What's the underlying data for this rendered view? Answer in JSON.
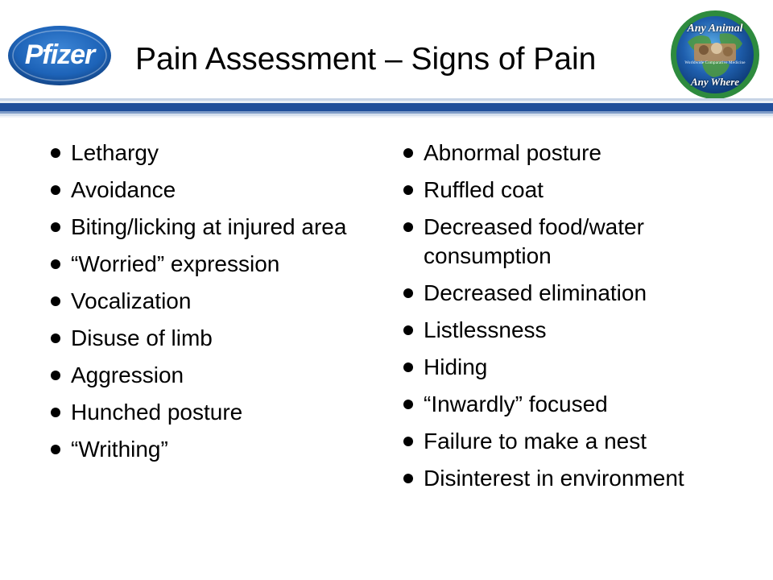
{
  "header": {
    "title": "Pain Assessment – Signs of Pain",
    "left_logo": {
      "name": "pfizer-logo",
      "wordmark": "Pfizer",
      "color": "#1d63b8"
    },
    "right_logo": {
      "name": "any-animal-any-where-logo",
      "text_top": "Any Animal",
      "text_mid": "Worldwide Comparative Medicine",
      "text_bottom": "Any Where",
      "colors": [
        "#2e8b3e",
        "#1f5fae",
        "#0f3d7a"
      ]
    }
  },
  "accent_colors": {
    "band_dark": "#1f4e9a",
    "band_light": "#c7d4e6"
  },
  "left_column": [
    {
      "label": "Lethargy"
    },
    {
      "label": "Avoidance"
    },
    {
      "label": "Biting/licking at injured area"
    },
    {
      "label": "“Worried” expression"
    },
    {
      "label": "Vocalization"
    },
    {
      "label": "Disuse of limb"
    },
    {
      "label": "Aggression"
    },
    {
      "label": "Hunched posture"
    },
    {
      "label": "“Writhing”"
    }
  ],
  "right_column": [
    {
      "label": "Abnormal posture"
    },
    {
      "label": "Ruffled coat"
    },
    {
      "label": "Decreased food/water consumption"
    },
    {
      "label": "Decreased elimination"
    },
    {
      "label": "Listlessness"
    },
    {
      "label": "Hiding"
    },
    {
      "label": "“Inwardly” focused"
    },
    {
      "label": "Failure to make a nest"
    },
    {
      "label": "Disinterest in environment"
    }
  ]
}
